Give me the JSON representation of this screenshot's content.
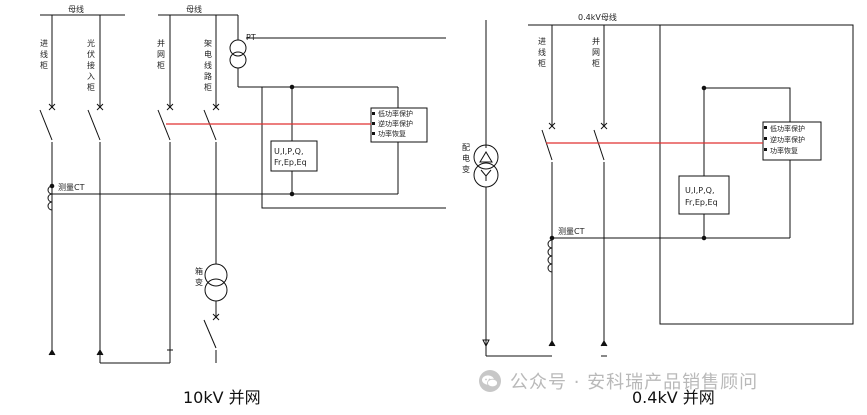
{
  "left": {
    "caption": "10kV 并网",
    "bus_label": "母线",
    "feeders": [
      {
        "id": "incoming",
        "label": "进线柜"
      },
      {
        "id": "pv",
        "label": "光伏接入柜"
      },
      {
        "id": "grid",
        "label": "并网柜"
      },
      {
        "id": "line",
        "label": "架电线路柜"
      }
    ],
    "pt_label": "PT",
    "ct_label": "测量CT",
    "transformer_label": "箱变",
    "meter": {
      "line1": "U,I,P,Q,",
      "line2": "Fr,Ep,Eq"
    },
    "protection": [
      "低功率保护",
      "逆功率保护",
      "功率恢复"
    ]
  },
  "right": {
    "caption": "0.4kV 并网",
    "bus_label": "0.4kV母线",
    "feeders": [
      {
        "id": "incoming",
        "label": "进线柜"
      },
      {
        "id": "grid",
        "label": "并网柜"
      }
    ],
    "transformer_label": "配电变",
    "ct_label": "测量CT",
    "meter": {
      "line1": "U,I,P,Q,",
      "line2": "Fr,Ep,Eq"
    },
    "protection": [
      "低功率保护",
      "逆功率保护",
      "功率恢复"
    ]
  },
  "watermark": "公众号 · 安科瑞产品销售顾问",
  "colors": {
    "line": "#111111",
    "trip_line": "#e03030",
    "watermark": "#b9b9b9"
  }
}
